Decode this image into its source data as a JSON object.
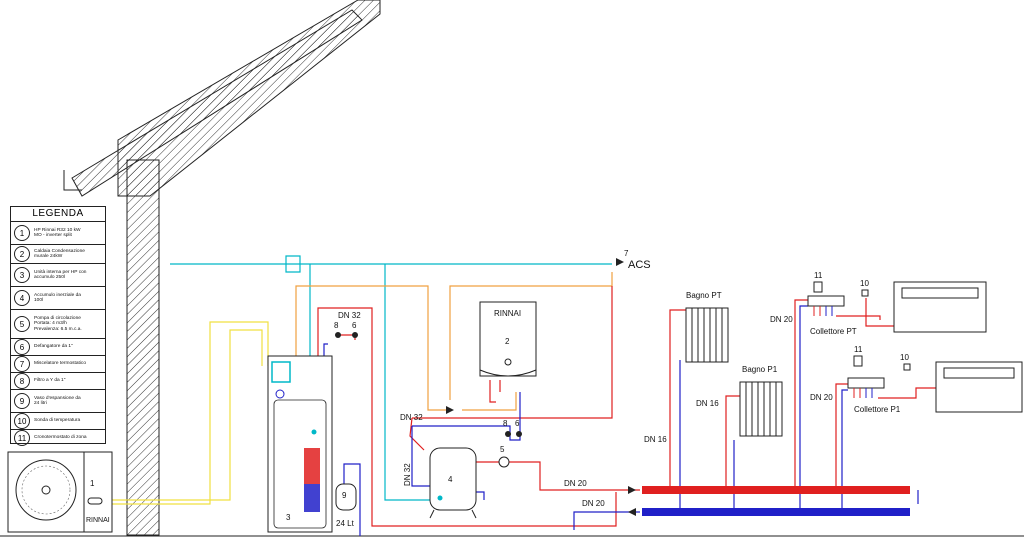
{
  "legend": {
    "title": "LEGENDA",
    "items": [
      {
        "num": "1",
        "text": "HP Rinnai R32 10 kW\nMO - inverter split"
      },
      {
        "num": "2",
        "text": "Caldaia Condensazione\nmurale 24kW"
      },
      {
        "num": "3",
        "text": "Unità interna per HP con\naccumulo 250l"
      },
      {
        "num": "4",
        "text": "Accumulo inerziale da\n100l"
      },
      {
        "num": "5",
        "text": "Pompa di circolazione\nPortata: 4 m3/h\nPrevalenza: 6.5 m.c.a."
      },
      {
        "num": "6",
        "text": "Defangatore da 1\""
      },
      {
        "num": "7",
        "text": "Miscelatore termostatico"
      },
      {
        "num": "8",
        "text": "Filtro a Y da 1\""
      },
      {
        "num": "9",
        "text": "Vaso d'espansione da\n24 litri"
      },
      {
        "num": "10",
        "text": "Sonda di temperatura"
      },
      {
        "num": "11",
        "text": "Cronotermostato di zona"
      }
    ]
  },
  "labels": {
    "acs": "ACS",
    "n7": "7",
    "dn32_top": "DN 32",
    "n8": "8",
    "n6": "6",
    "n8b": "8",
    "n6b": "6",
    "rinnai_boiler": "RINNAI",
    "n2": "2",
    "dn32_mid": "DN 32",
    "dn32_vert": "DN 32",
    "n4": "4",
    "n5": "5",
    "n9": "9",
    "lt24": "24 Lt",
    "n3": "3",
    "n1": "1",
    "rinnai_hp": "RINNAI",
    "dn20_a": "DN 20",
    "dn20_b": "DN 20",
    "bagno_pt": "Bagno PT",
    "bagno_p1": "Bagno P1",
    "dn16_a": "DN 16",
    "dn16_b": "DN 16",
    "dn20_c": "DN 20",
    "dn20_d": "DN 20",
    "n11a": "11",
    "n11b": "11",
    "n10a": "10",
    "n10b": "10",
    "coll_pt": "Collettore PT",
    "coll_p1": "Collettore P1"
  },
  "colors": {
    "hot": "#e02020",
    "cold": "#2020c8",
    "dhw": "#00b8c8",
    "boiler": "#f0a040",
    "solar": "#f0e040",
    "line": "#222222"
  }
}
